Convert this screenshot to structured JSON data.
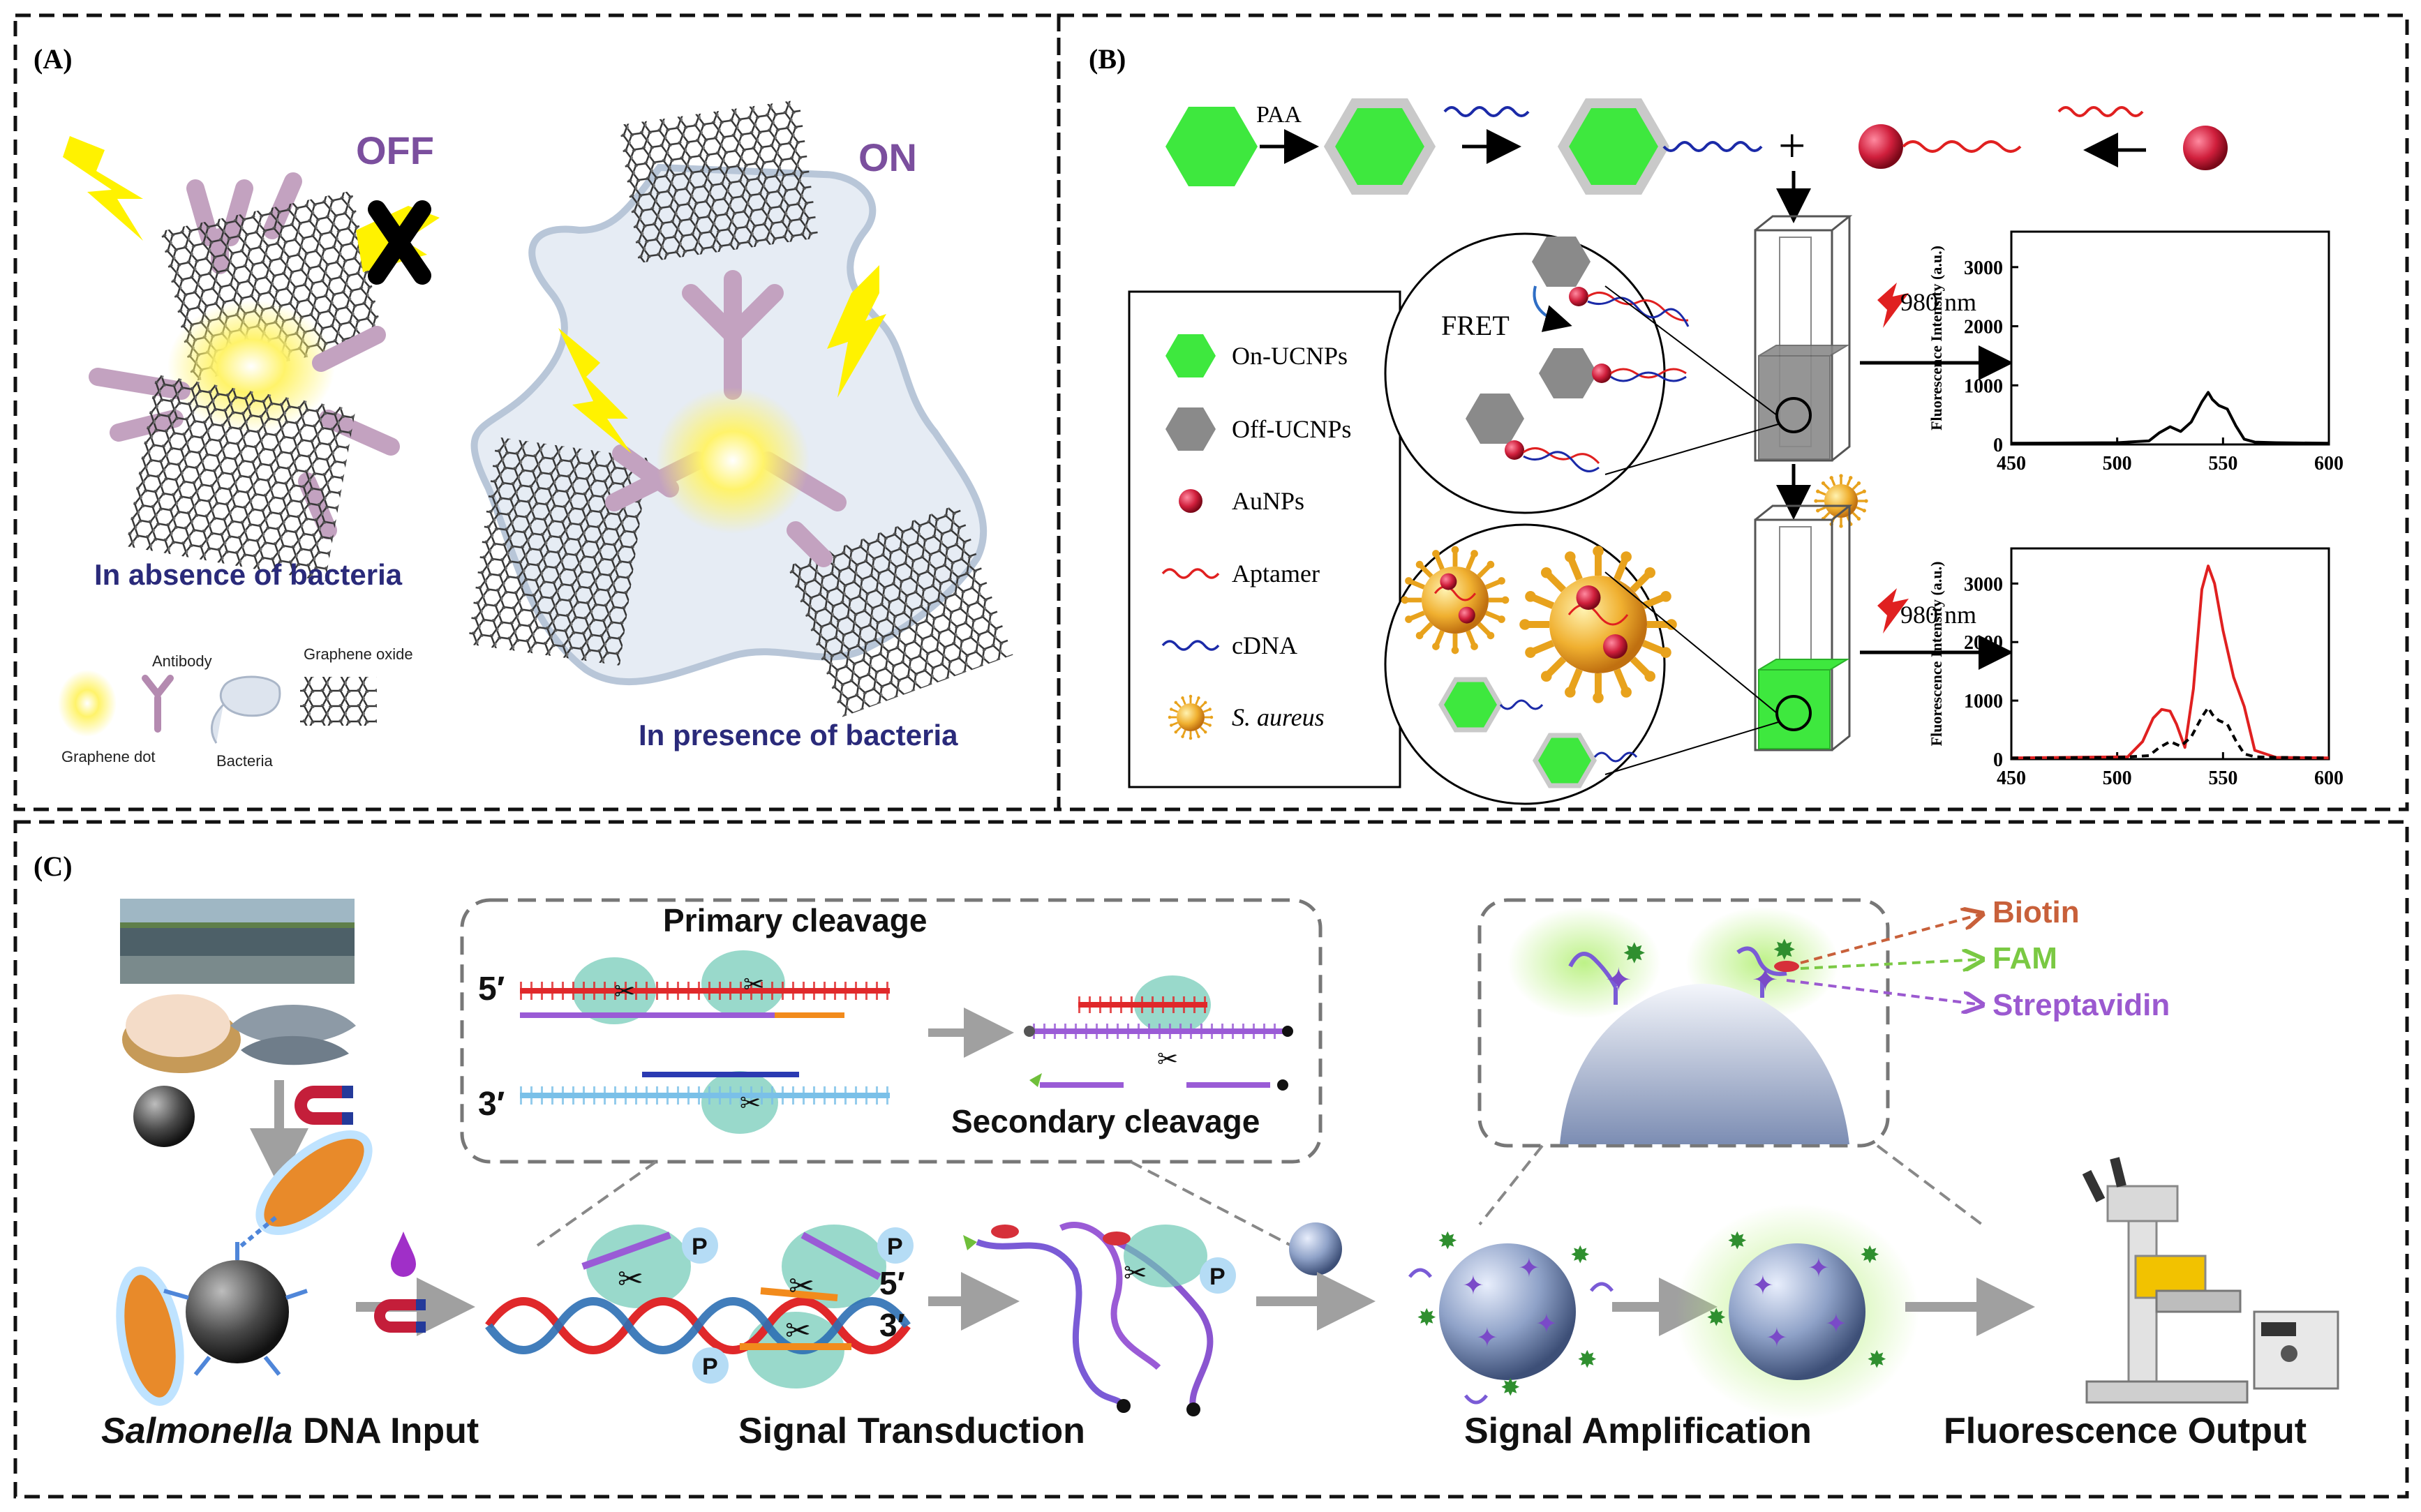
{
  "panel_a": {
    "label": "(A)",
    "off": "OFF",
    "on": "ON",
    "absence": "In absence of bacteria",
    "presence": "In presence of bacteria",
    "legend": {
      "antibody": "Antibody",
      "graphene_oxide": "Graphene oxide",
      "graphene_dot": "Graphene dot",
      "bacteria": "Bacteria"
    }
  },
  "panel_b": {
    "label": "(B)",
    "paa": "PAA",
    "fret": "FRET",
    "laser_top": "980 nm",
    "laser_bottom": "980 nm",
    "legend": {
      "on_ucnps": "On-UCNPs",
      "off_ucnps": "Off-UCNPs",
      "aunps": "AuNPs",
      "aptamer": "Aptamer",
      "cdna": "cDNA",
      "s_aureus": "S. aureus"
    },
    "colors": {
      "on": "#3ee83e",
      "off": "#8a8a8a",
      "au": "#d01f3c",
      "aptamer": "#e02020",
      "cdna": "#1b2aa8",
      "baseline": "#000000"
    }
  },
  "chart_data": [
    {
      "type": "line",
      "xlabel": "",
      "ylabel": "Fluorescence Intensity (a.u.)",
      "xlim": [
        450,
        600
      ],
      "ylim": [
        0,
        3600
      ],
      "xticks": [
        "450",
        "500",
        "550",
        "600"
      ],
      "yticks": [
        "0",
        "1000",
        "2000",
        "3000"
      ],
      "series": [
        {
          "color": "#000000",
          "style": "solid",
          "x": [
            450,
            500,
            515,
            520,
            525,
            530,
            535,
            540,
            543,
            545,
            548,
            552,
            556,
            560,
            565,
            575,
            600
          ],
          "y": [
            20,
            30,
            60,
            200,
            300,
            220,
            380,
            720,
            880,
            760,
            660,
            600,
            320,
            90,
            40,
            30,
            20
          ]
        }
      ]
    },
    {
      "type": "line",
      "xlabel": "",
      "ylabel": "Fluorescence Intensity (a.u.)",
      "xlim": [
        450,
        600
      ],
      "ylim": [
        0,
        3600
      ],
      "xticks": [
        "450",
        "500",
        "550",
        "600"
      ],
      "yticks": [
        "0",
        "1000",
        "2000",
        "3000"
      ],
      "series": [
        {
          "color": "#e02020",
          "style": "solid",
          "x": [
            450,
            505,
            512,
            517,
            521,
            525,
            528,
            532,
            536,
            540,
            543,
            546,
            550,
            555,
            560,
            565,
            575,
            600
          ],
          "y": [
            20,
            40,
            300,
            700,
            850,
            820,
            600,
            200,
            1200,
            2900,
            3300,
            3000,
            2200,
            1400,
            900,
            150,
            30,
            20
          ]
        },
        {
          "color": "#000000",
          "style": "dashed",
          "x": [
            450,
            500,
            515,
            520,
            525,
            530,
            535,
            540,
            543,
            545,
            548,
            552,
            556,
            560,
            565,
            575,
            600
          ],
          "y": [
            20,
            30,
            60,
            200,
            300,
            220,
            380,
            720,
            880,
            760,
            660,
            600,
            320,
            90,
            40,
            30,
            20
          ]
        }
      ]
    }
  ],
  "panel_c": {
    "label": "(C)",
    "primary": "Primary cleavage",
    "secondary": "Secondary cleavage",
    "five_prime": "5′",
    "three_prime": "3′",
    "p": "P",
    "biotin": "Biotin",
    "fam": "FAM",
    "streptavidin": "Streptavidin",
    "steps": {
      "input_italic": "Salmonella",
      "input_rest": " DNA Input",
      "transduction": "Signal Transduction",
      "amplification": "Signal Amplification",
      "output": "Fluorescence Output"
    },
    "colors": {
      "biotin": "#c8603a",
      "fam": "#7ac943",
      "streptavidin": "#9b59d0"
    }
  }
}
